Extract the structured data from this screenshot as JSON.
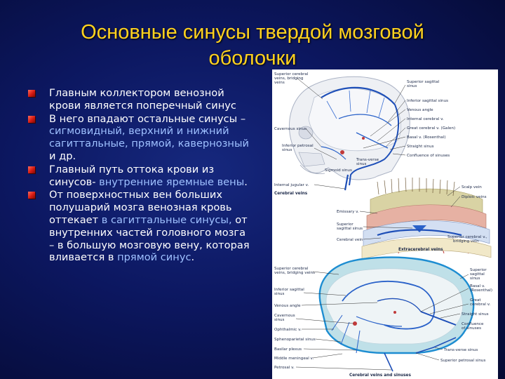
{
  "title": {
    "line1": "Основные синусы твердой мозговой",
    "line2": "оболочки"
  },
  "bullets": [
    {
      "parts": [
        {
          "text": "Главным коллектором венозной крови является поперечный синус",
          "hl": false
        }
      ]
    },
    {
      "parts": [
        {
          "text": "В него впадают остальные синусы – ",
          "hl": false
        },
        {
          "text": "сигмовидный, верхний и нижний сагиттальные, прямой, кавернозный",
          "hl": true
        },
        {
          "text": " и др.",
          "hl": false
        }
      ]
    },
    {
      "parts": [
        {
          "text": "Главный путь оттока крови из синусов- ",
          "hl": false
        },
        {
          "text": "внутренние яремные вены",
          "hl": true
        },
        {
          "text": ".",
          "hl": false
        }
      ]
    },
    {
      "parts": [
        {
          "text": "От поверхностных вен больших полушарий мозга венозная кровь оттекает ",
          "hl": false
        },
        {
          "text": "в сагиттальные синусы,",
          "hl": true
        },
        {
          "text": " от внутренних частей головного мозга – в большую мозговую вену, которая вливается в ",
          "hl": false
        },
        {
          "text": "прямой синус",
          "hl": true
        },
        {
          "text": ".",
          "hl": false
        }
      ]
    }
  ],
  "colors": {
    "title": "#ffd21f",
    "text": "#ffffff",
    "highlight": "#9ec0ff",
    "bullet": "#d41a12"
  },
  "figure": {
    "top_labels_left": [
      "Superior cerebral veins, bridging veins",
      "Cavernous sinus",
      "Inferior petrosal sinus",
      "Internal jugular v.",
      "Sigmoid sinus",
      "Trans-verse sinus"
    ],
    "top_labels_right": [
      "Superior sagittal sinus",
      "Inferior sagittal sinus",
      "Venous angle",
      "Internal cerebral v.",
      "Great cerebral v. (Galen)",
      "Basal v. (Rosenthal)",
      "Straight sinus",
      "Confluence of sinuses"
    ],
    "top_caption": "Cerebral veins",
    "mid_labels_right": [
      "Scalp vein",
      "Diploic veins",
      "Superior cerebral v., bridging vein"
    ],
    "mid_labels_left": [
      "Emissary v.",
      "Superior sagittal sinus",
      "Cerebral vein"
    ],
    "mid_caption": "Extracerebral veins",
    "bottom_labels_left": [
      "Superior cerebral veins, bridging veins",
      "Inferior sagittal sinus",
      "Venous angle",
      "Cavernous sinus",
      "Ophthalmic v.",
      "Sphenoparietal sinus",
      "Basilar plexus",
      "Middle meningeal v.",
      "Petrosal v."
    ],
    "bottom_labels_right": [
      "Superior sagittal sinus",
      "Basal v. (Rosenthal)",
      "Great cerebral v.",
      "Straight sinus",
      "Confluence of sinuses",
      "Trans-verse sinus",
      "Superior petrosal sinus"
    ],
    "bottom_caption": "Cerebral veins and sinuses"
  }
}
